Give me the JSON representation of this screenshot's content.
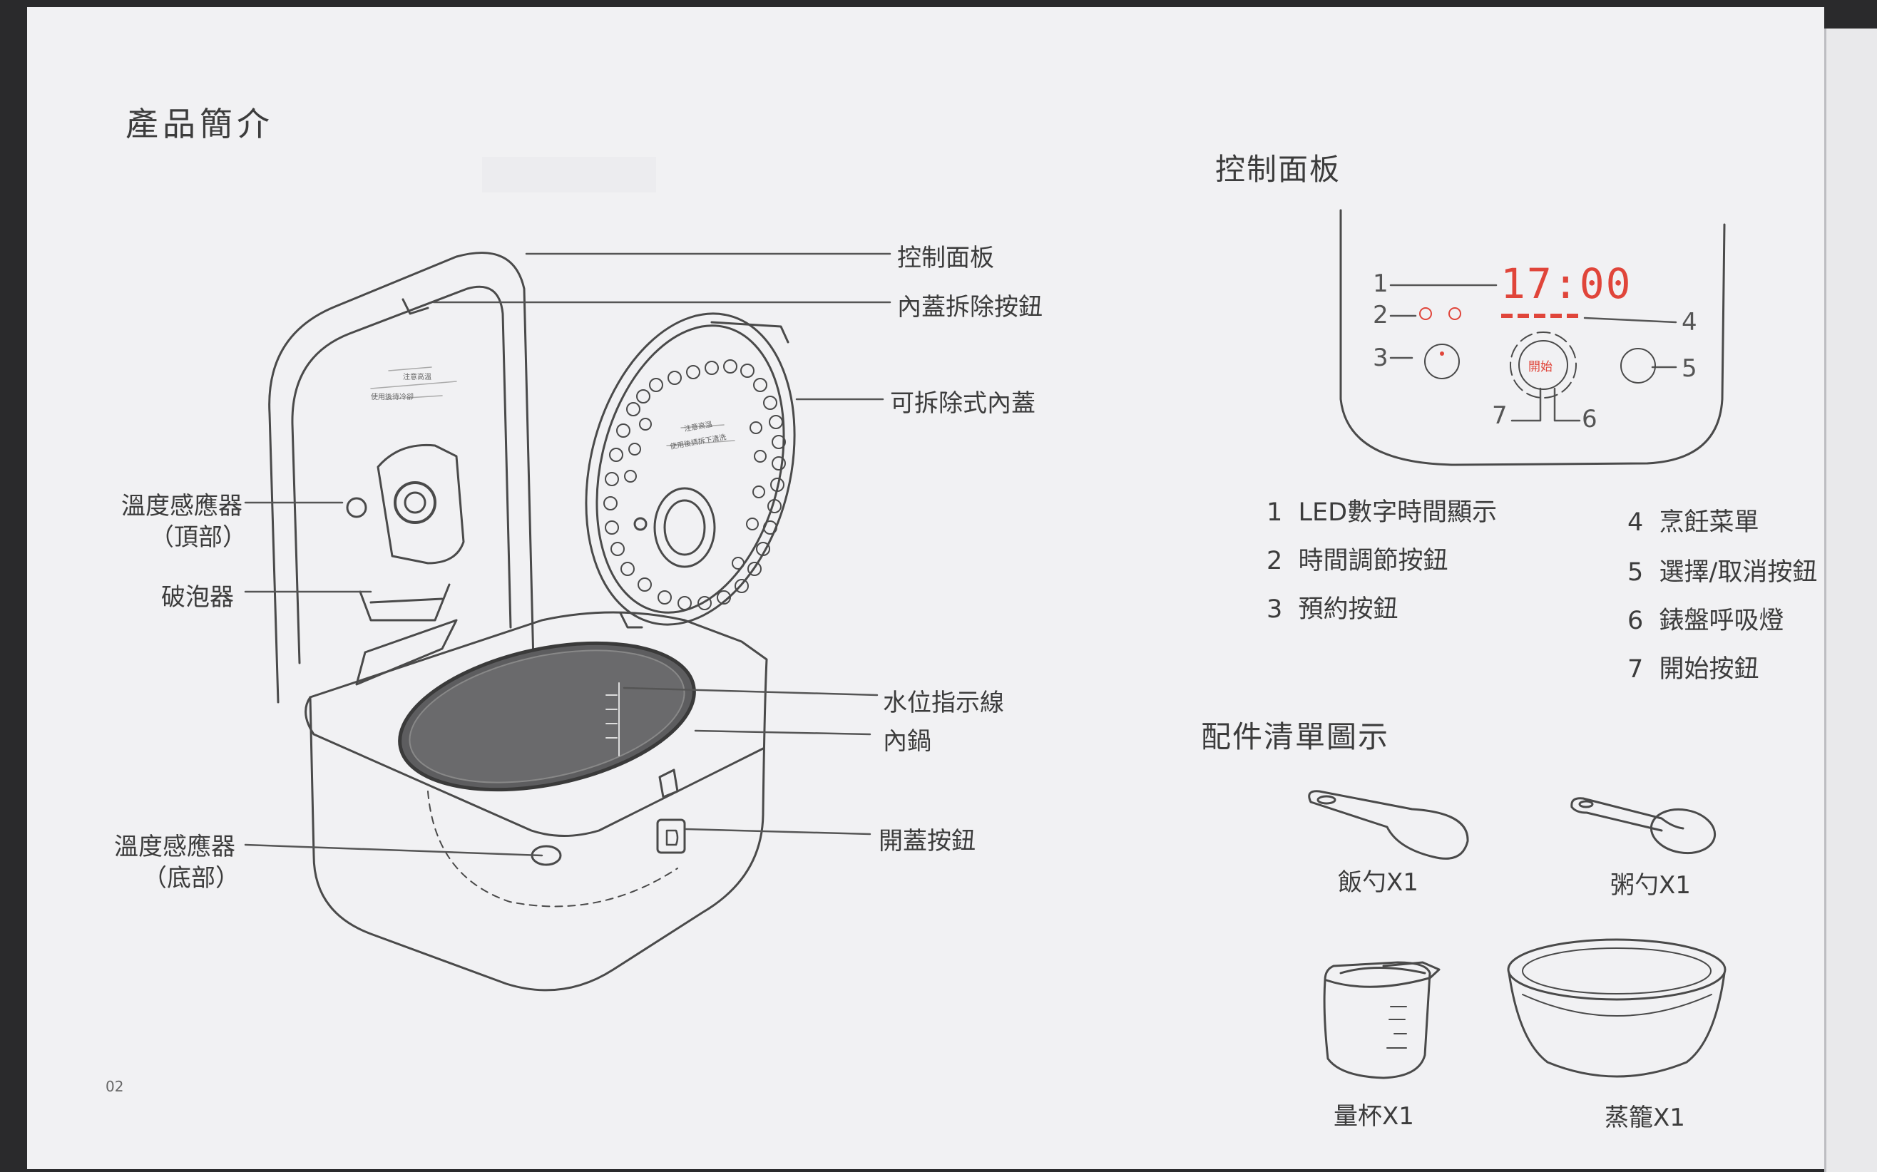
{
  "left": {
    "title": "產品簡介",
    "callouts": {
      "control_panel": "控制面板",
      "inner_lid_release": "內蓋拆除按鈕",
      "removable_inner_lid": "可拆除式內蓋",
      "temp_sensor_top": "溫度感應器",
      "temp_sensor_top_sub": "（頂部）",
      "bubble_breaker": "破泡器",
      "water_level": "水位指示線",
      "inner_pot": "內鍋",
      "lid_open_button": "開蓋按鈕",
      "temp_sensor_bottom": "溫度感應器",
      "temp_sensor_bottom_sub": "（底部）"
    },
    "page_number": "02"
  },
  "right": {
    "control_panel_title": "控制面板",
    "panel": {
      "display": "17:00",
      "start_label": "開始",
      "numbers": [
        "1",
        "2",
        "3",
        "4",
        "5",
        "6",
        "7"
      ]
    },
    "list_left": [
      {
        "num": "1",
        "text": "LED數字時間顯示"
      },
      {
        "num": "2",
        "text": "時間調節按鈕"
      },
      {
        "num": "3",
        "text": "預約按鈕"
      }
    ],
    "list_right": [
      {
        "num": "4",
        "text": "烹飪菜單"
      },
      {
        "num": "5",
        "text": "選擇/取消按鈕"
      },
      {
        "num": "6",
        "text": "錶盤呼吸燈"
      },
      {
        "num": "7",
        "text": "開始按鈕"
      }
    ],
    "accessories_title": "配件清單圖示",
    "accessories": {
      "rice_paddle": "飯勺X1",
      "soup_ladle": "粥勺X1",
      "measuring_cup": "量杯X1",
      "steamer": "蒸籠X1"
    }
  },
  "colors": {
    "paper": "#f1f1f3",
    "ink": "#3c3c3c",
    "led_red": "#e0453a"
  }
}
